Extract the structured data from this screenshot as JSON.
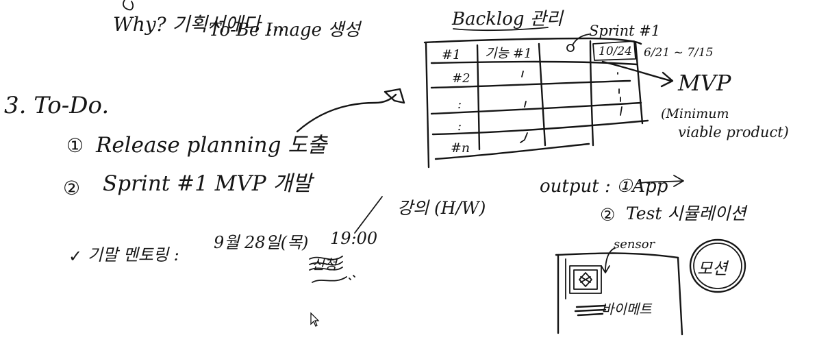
{
  "notes": {
    "top_why": "Why? 기획서에다 ...",
    "top_image": "To-Be Image 생성",
    "todo_title": "3. To-Do.",
    "item1_num": "①",
    "item1_text": "Release planning 도출",
    "item2_num": "②",
    "item2_text": "Sprint #1 MVP 개발",
    "check": "✓",
    "schedule_label": "기말 멘토링 :",
    "schedule_date": "9월 28일(목)",
    "schedule_time": "19:00",
    "scribble_word": "신청",
    "hw_label": "강의 (H/W)"
  },
  "backlog": {
    "title": "Backlog 관리",
    "sprint_label": "Sprint #1",
    "col_header": "10/24",
    "date_range": "6/21 ~ 7/15",
    "rows": [
      {
        "id": "#1",
        "feature": "기능 #1"
      },
      {
        "id": "#2",
        "feature": ""
      },
      {
        "id": ":",
        "feature": ""
      },
      {
        "id": ":",
        "feature": ""
      },
      {
        "id": "#n",
        "feature": ""
      }
    ],
    "mvp": "MVP",
    "mvp_def_line1": "(Minimum",
    "mvp_def_line2": "viable product)"
  },
  "output": {
    "label": "output : ①App",
    "item2_num": "②",
    "item2_text": "Test 시뮬레이션",
    "sensor_label": "sensor",
    "screen_text": "바이메트",
    "circle_text": "모션"
  }
}
